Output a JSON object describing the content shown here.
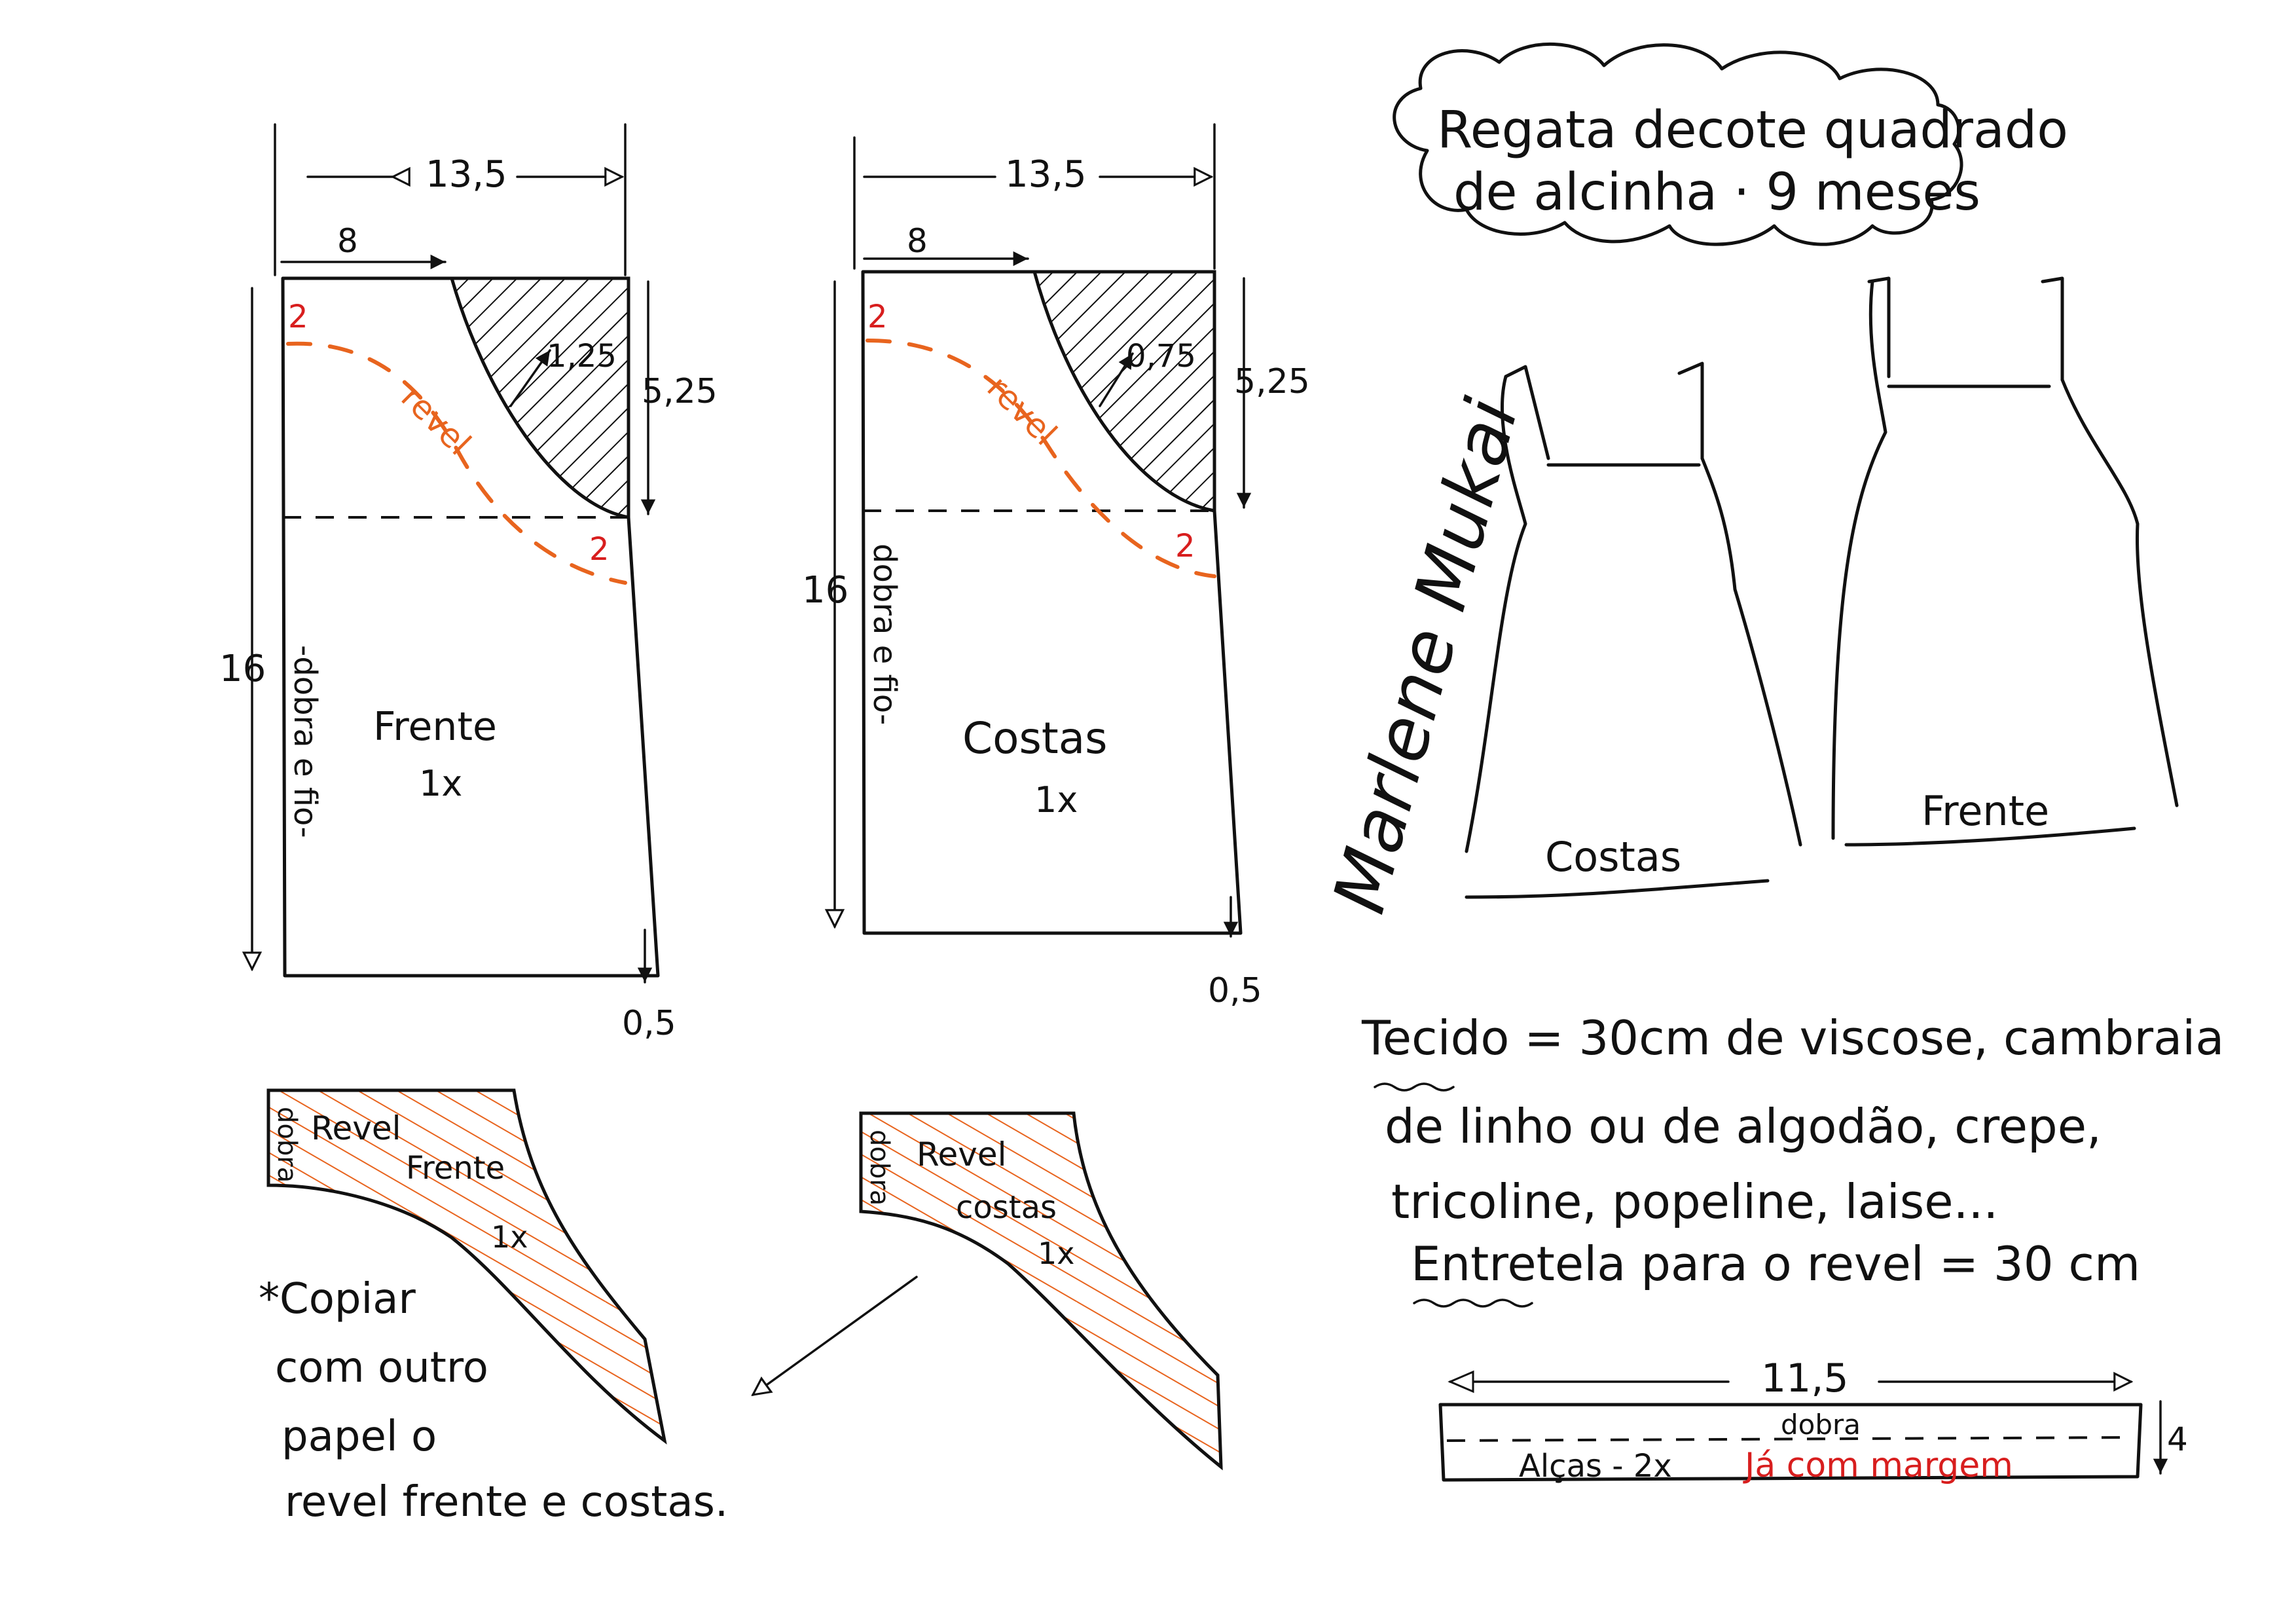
{
  "title": {
    "line1": "Regata decote quadrado",
    "line2": "de alcinha · 9 meses"
  },
  "signature": "Marlene Mukai",
  "front_pattern": {
    "width": "13,5",
    "neck_width": "8",
    "depth": "5,25",
    "curve": "1,25",
    "length": "16",
    "hem": "0,5",
    "mark_top": "2",
    "mark_side": "2",
    "revel_label": "revel",
    "fold_label": "-dobra e fio-",
    "name": "Frente",
    "count": "1x"
  },
  "back_pattern": {
    "width": "13,5",
    "neck_width": "8",
    "depth": "5,25",
    "curve": "0,75",
    "length": "16",
    "hem": "0,5",
    "mark_top": "2",
    "mark_side": "2",
    "revel_label": "revel",
    "fold_label": "dobra e fio-",
    "name": "Costas",
    "count": "1x"
  },
  "revel_front": {
    "fold": "dobra",
    "label1": "Revel",
    "label2": "Frente",
    "count": "1x"
  },
  "revel_back": {
    "fold": "dobra",
    "label1": "Revel",
    "label2": "costas",
    "count": "1x"
  },
  "copy_note": {
    "line1": "*Copiar",
    "line2": "com outro",
    "line3": "papel o",
    "line4": "revel frente e costas."
  },
  "sketch": {
    "back_label": "Costas",
    "front_label": "Frente"
  },
  "fabric_note": {
    "line1": "Tecido = 30cm de viscose, cambraia",
    "line2": "de linho ou de algodão, crepe,",
    "line3": "tricoline, popeline, laise...",
    "line4": "Entretela para o revel = 30 cm"
  },
  "strap": {
    "length": "11,5",
    "height": "4",
    "fold": "dobra",
    "label": "Alças - 2x",
    "note": "Já com margem"
  },
  "colors": {
    "ink": "#111111",
    "red": "#d81e1e",
    "orange": "#e8641e"
  }
}
